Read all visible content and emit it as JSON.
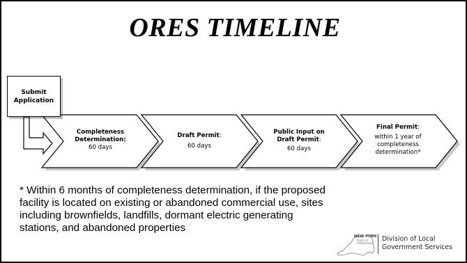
{
  "slide": {
    "title": "ORES TIMELINE"
  },
  "submit": {
    "line1": "Submit",
    "line2": "Application"
  },
  "steps": [
    {
      "bold_lines": [
        "Completeness",
        "Determination:"
      ],
      "detail_lines": [
        "60 days"
      ]
    },
    {
      "label": "Draft Permit",
      "suffix": ":",
      "detail_lines": [
        "60 days"
      ]
    },
    {
      "bold_lines": [
        "Public Input on"
      ],
      "label": "Draft Permit",
      "suffix": ":",
      "detail_lines": [
        "60 days"
      ]
    },
    {
      "label": "Final Permit",
      "suffix": ":",
      "detail_lines": [
        "within 1 year of",
        "completeness",
        "determination*"
      ]
    }
  ],
  "footnote": "* Within 6 months of completeness determination, if the proposed facility is located on existing or abandoned commercial use, sites including brownfields, landfills, dormant electric generating stations, and abandoned properties",
  "logo": {
    "state_name": "NEW YORK",
    "state_tagline_1": "STATE OF",
    "state_tagline_2": "OPPORTUNITY.",
    "division_line1": "Division of Local",
    "division_line2": "Government Services"
  },
  "colors": {
    "border": "#000000",
    "background": "#ffffff",
    "shadow": "#bfbfbf"
  }
}
